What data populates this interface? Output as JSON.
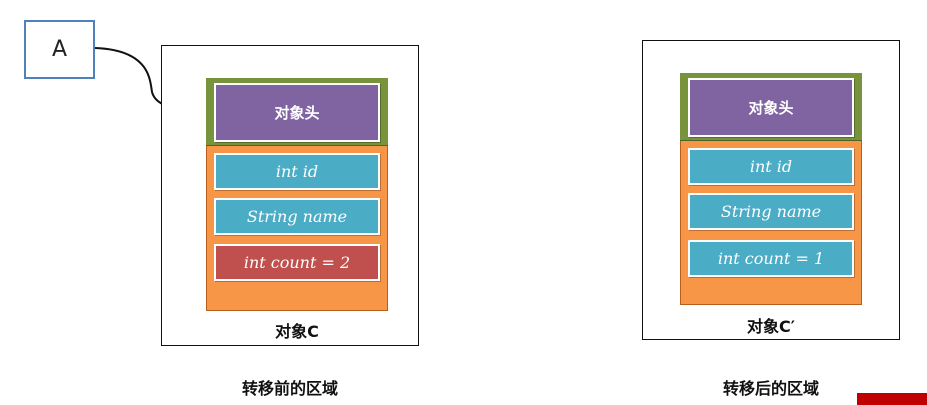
{
  "reference": {
    "label": "A"
  },
  "before": {
    "header": "对象头",
    "fields": [
      "int id",
      "String name",
      "int count = 2"
    ],
    "object_label": "对象C",
    "caption": "转移前的区域"
  },
  "after": {
    "header": "对象头",
    "fields": [
      "int id",
      "String name",
      "int count = 1"
    ],
    "object_label": "对象C′",
    "caption": "转移后的区域"
  },
  "colors": {
    "header": "#8064a2",
    "header_band": "#77933c",
    "object_body": "#f79646",
    "field": "#4bacc6",
    "field_changed": "#c0504d",
    "reference_border": "#4f81bd"
  }
}
